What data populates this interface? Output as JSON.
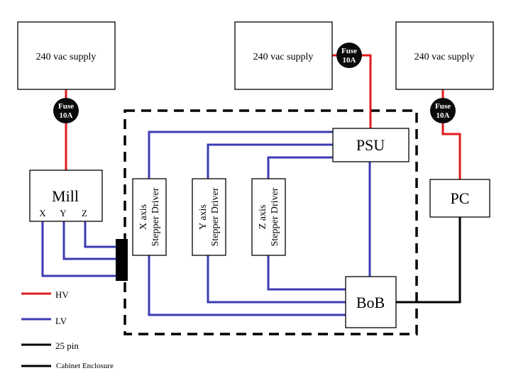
{
  "colors": {
    "hv": "#e01b1b",
    "lv": "#3b3bb3",
    "pin25": "#000000",
    "enclosure": "#000000",
    "fuse": "#0a0a0a",
    "fuse_text": "#ffffff"
  },
  "supplies": [
    {
      "label": "240 vac supply"
    },
    {
      "label": "240 vac supply"
    },
    {
      "label": "240 vac supply"
    }
  ],
  "fuses": [
    {
      "line1": "Fuse",
      "line2": "10A"
    },
    {
      "line1": "Fuse",
      "line2": "10A"
    },
    {
      "line1": "Fuse",
      "line2": "10A"
    }
  ],
  "mill": {
    "label": "Mill",
    "axes": [
      "X",
      "Y",
      "Z"
    ]
  },
  "drivers": [
    {
      "line1": "X axis",
      "line2": "Stepper Driver"
    },
    {
      "line1": "Y axis",
      "line2": "Stepper Driver"
    },
    {
      "line1": "Z axis",
      "line2": "Stepper Driver"
    }
  ],
  "psu": {
    "label": "PSU"
  },
  "bob": {
    "label": "BoB"
  },
  "pc": {
    "label": "PC"
  },
  "legend": [
    {
      "label": "HV",
      "type": "hv"
    },
    {
      "label": "LV",
      "type": "lv"
    },
    {
      "label": "25 pin",
      "type": "pin25"
    },
    {
      "label": "Cabinet Enclosure",
      "type": "enclosure"
    }
  ]
}
